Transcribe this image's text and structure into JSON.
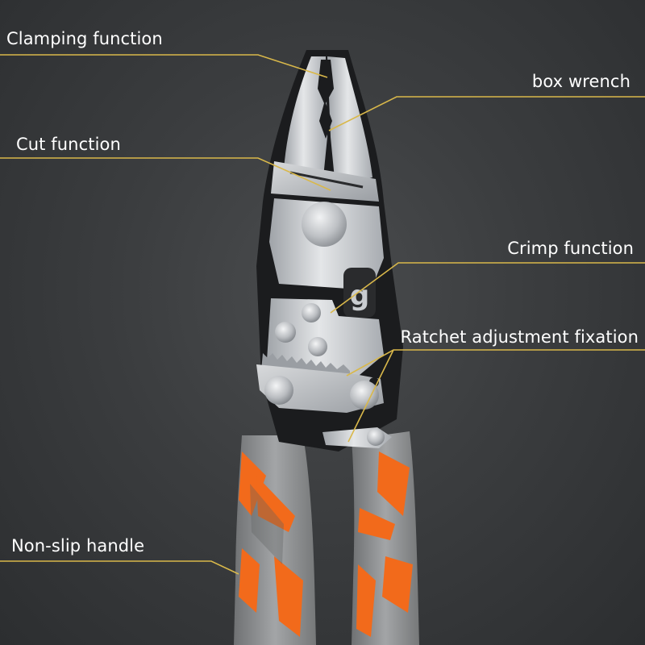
{
  "scene": {
    "subject": "multi-function combination pliers",
    "background_color": "#3b3d3f",
    "leader_line_color": "#d9b84a",
    "handle_gray": "#8d8f91",
    "handle_orange": "#f26a1b",
    "steel_color": "#c9ccd0",
    "jaw_black": "#1b1c1e"
  },
  "callouts": [
    {
      "id": "clamping",
      "label": "Clamping function"
    },
    {
      "id": "box",
      "label": "box wrench"
    },
    {
      "id": "cut",
      "label": "Cut function"
    },
    {
      "id": "crimp",
      "label": "Crimp function"
    },
    {
      "id": "ratchet",
      "label": "Ratchet adjustment fixation"
    },
    {
      "id": "handle",
      "label": "Non-slip handle"
    }
  ],
  "logo": {
    "glyph": "g"
  }
}
